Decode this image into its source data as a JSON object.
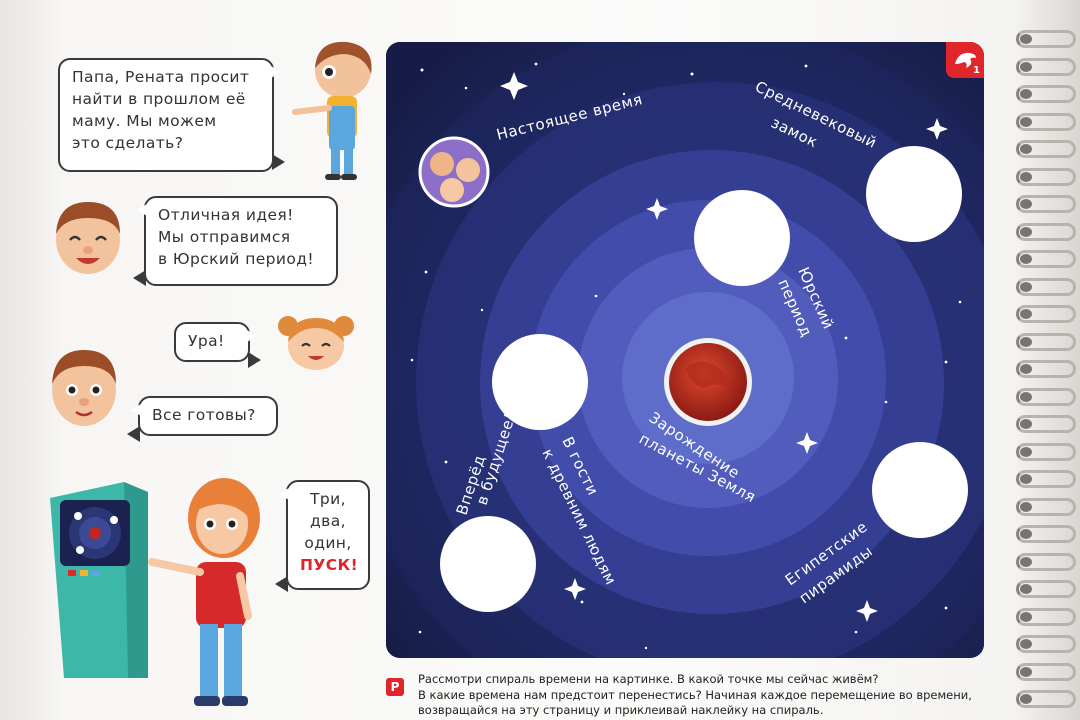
{
  "dialogue": {
    "bubble1": [
      "Папа, Рената просит",
      "найти в прошлом её",
      "маму. Мы можем",
      "это сделать?"
    ],
    "bubble2": [
      "Отличная идея!",
      "Мы отправимся",
      "в Юрский период!"
    ],
    "bubble3": "Ура!",
    "bubble4": "Все готовы?",
    "bubble5": [
      "Три,",
      "два,",
      "один,"
    ],
    "bubble5_action": "ПУСК!"
  },
  "spiral": {
    "labels": {
      "present": "Настоящее время",
      "medieval_1": "Средневековый",
      "medieval_2": "замок",
      "jurassic_1": "Юрский",
      "jurassic_2": "период",
      "earth_1": "Зарождение",
      "earth_2": "планеты Земля",
      "ancient_1": "В гости",
      "ancient_2": "к древним людям",
      "future_1": "Вперёд",
      "future_2": "в будущее!",
      "egypt_1": "Египетские",
      "egypt_2": "пирамиды"
    }
  },
  "page_badge": {
    "number": "1"
  },
  "instruction": {
    "marker": "Р",
    "lines": [
      "Рассмотри спираль времени на картинке. В какой точке мы сейчас живём?",
      "В какие времена нам предстоит перенестись? Начиная каждое перемещение во времени,",
      "возвращайся на эту страницу и приклеивай наклейку на спираль."
    ]
  },
  "colors": {
    "accent": "#e1262b",
    "panel": "#222a5a",
    "planet": "#c0271f"
  }
}
